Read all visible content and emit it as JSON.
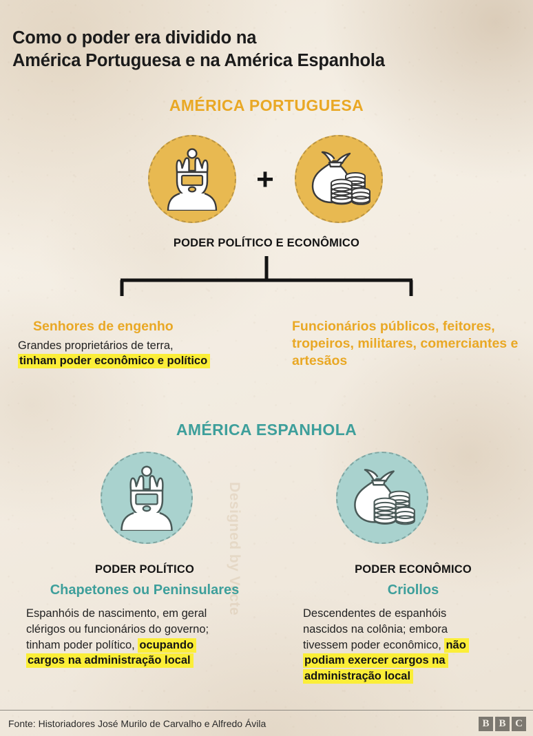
{
  "headline": {
    "line1": "Como o poder era dividido na",
    "line2": "América Portuguesa e na América Espanhola"
  },
  "colors": {
    "amber": "#e9a825",
    "amber_circle": "#e8b951",
    "teal": "#3e9f9b",
    "teal_circle": "#a9d2ce",
    "highlight": "#fbee38",
    "paper": "#f2ebe0",
    "ink": "#141414"
  },
  "portuguese": {
    "title": "AMÉRICA PORTUGUESA",
    "icons": [
      {
        "name": "king-icon",
        "label": "rei coroado"
      },
      {
        "name": "money-bag-icon",
        "label": "saco de dinheiro e moedas"
      }
    ],
    "plus": "+",
    "power_label": "PODER POLÍTICO E ECONÔMICO",
    "branches": [
      {
        "heading": "Senhores de engenho",
        "body_lines": [
          {
            "text": "Grandes proprietários de terra,",
            "highlight": false
          },
          {
            "text": "tinham poder econômico e político",
            "highlight": true
          }
        ]
      },
      {
        "heading_lines": [
          "Funcionários públicos,",
          "feitores, tropeiros, militares,",
          "comerciantes e artesãos"
        ]
      }
    ]
  },
  "spanish": {
    "title": "AMÉRICA ESPANHOLA",
    "columns": [
      {
        "icon": {
          "name": "king-icon",
          "label": "rei coroado"
        },
        "power": "PODER POLÍTICO",
        "group": "Chapetones ou Peninsulares",
        "body_lines": [
          {
            "plain": "Espanhóis de nascimento, em geral",
            "marked": ""
          },
          {
            "plain": "clérigos ou funcionários do governo;",
            "marked": ""
          },
          {
            "plain": "tinham poder político, ",
            "marked": "ocupando"
          },
          {
            "plain": "",
            "marked": "cargos na administração local"
          }
        ]
      },
      {
        "icon": {
          "name": "money-bag-icon",
          "label": "saco de dinheiro e moedas"
        },
        "power": "PODER ECONÔMICO",
        "group": "Criollos",
        "body_lines": [
          {
            "plain": "Descendentes de espanhóis",
            "marked": ""
          },
          {
            "plain": "nascidos na colônia; embora",
            "marked": ""
          },
          {
            "plain": "tivessem poder econômico, ",
            "marked": "não"
          },
          {
            "plain": "",
            "marked": "podiam exercer cargos na"
          },
          {
            "plain": "",
            "marked": "administração local"
          }
        ]
      }
    ]
  },
  "watermark": "Designed by Vecte",
  "footer": {
    "source": "Fonte: Historiadores José Murilo de Carvalho e Alfredo Ávila",
    "logo": [
      "B",
      "B",
      "C"
    ]
  }
}
